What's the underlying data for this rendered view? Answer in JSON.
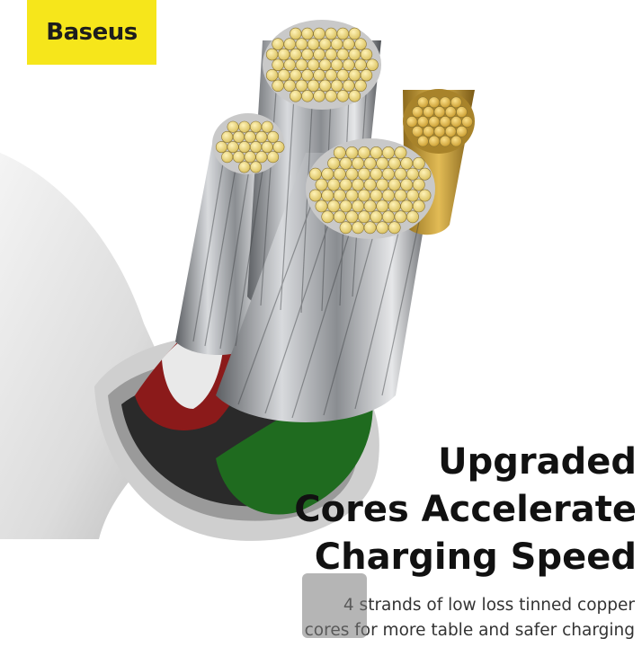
{
  "brand": {
    "name": "Baseus",
    "color": "#f6e61b"
  },
  "headline": {
    "line1": "Upgraded",
    "line2": "Cores Accelerate",
    "line3": "Charging Speed"
  },
  "description": {
    "line1": "4 strands of low loss tinned copper",
    "line2": "cores for more table and safer charging"
  },
  "colors": {
    "cable_white": "#e8e8e8",
    "silver_wire": "#a9acb0",
    "tinned_copper": "#e9d47c",
    "gold_core": "#d9a93a",
    "red_insulation": "#8b1a1a",
    "green_insulation": "#1f6b1f"
  }
}
